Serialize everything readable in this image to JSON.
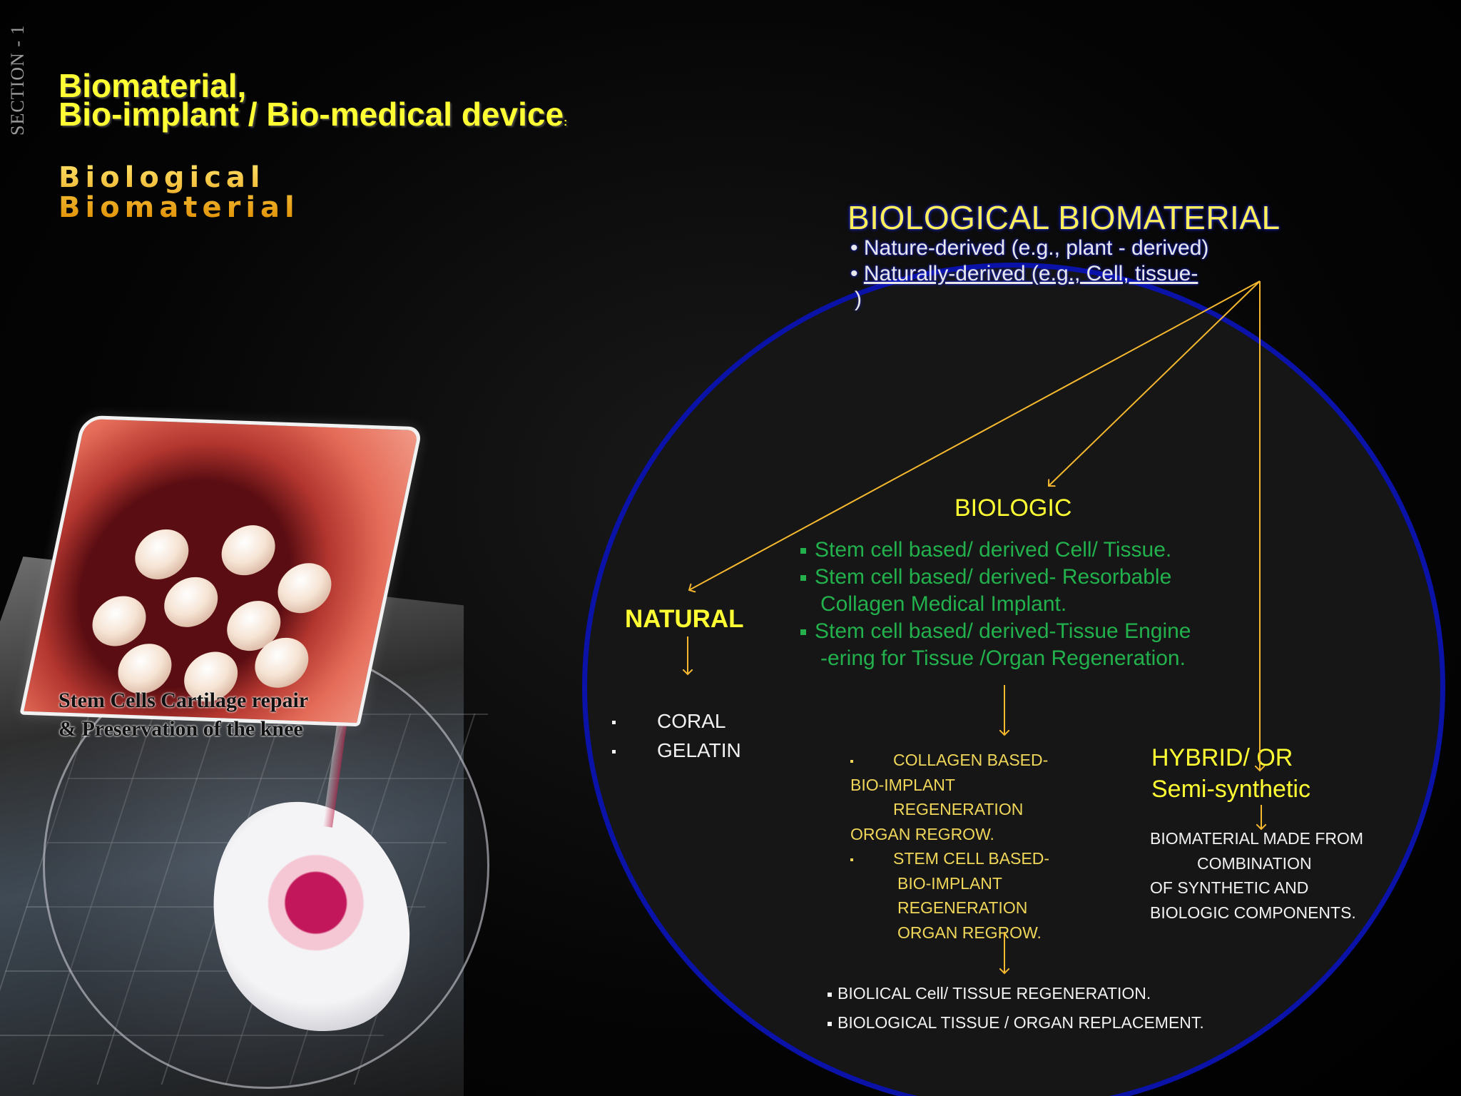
{
  "section_label": "SECTION - 1",
  "title": {
    "line1": "Biomaterial,",
    "line2": "Bio-implant / Bio-medical device",
    "suffix": ":"
  },
  "subtitle": {
    "line1": "Biological",
    "line2": "Biomaterial"
  },
  "image_caption": {
    "line1": "Stem Cells Cartilage  repair",
    "line2": "&  Preservation  of the knee"
  },
  "diagram": {
    "heading": "BIOLOGICAL BIOMATERIAL",
    "points": [
      "Nature-derived (e.g., plant - derived)",
      "Naturally-derived (e.g.,  Cell, tissue-"
    ],
    "points_tail": ")",
    "natural": {
      "label": "NATURAL",
      "items": [
        "CORAL",
        "GELATIN"
      ]
    },
    "biologic": {
      "label": "BIOLOGIC",
      "items": [
        {
          "line1": "Stem cell based/ derived Cell/ Tissue.",
          "line2": ""
        },
        {
          "line1": "Stem cell based/ derived- Resorbable",
          "line2": "Collagen Medical Implant."
        },
        {
          "line1": "Stem cell based/ derived-Tissue Engine",
          "line2": "-ering for Tissue /Organ Regeneration."
        }
      ]
    },
    "collagen_block": {
      "item1": {
        "line1": "COLLAGEN BASED-",
        "line2": "BIO-IMPLANT",
        "line3": "REGENERATION",
        "line4": "ORGAN  REGROW."
      },
      "item2": {
        "line1": "STEM CELL BASED-",
        "line2": "BIO-IMPLANT",
        "line3": "REGENERATION",
        "line4": "ORGAN  REGROW."
      }
    },
    "hybrid": {
      "label_line1": "HYBRID/  OR",
      "label_line2": "Semi-synthetic",
      "desc": [
        "BIOMATERIAL MADE FROM",
        "COMBINATION",
        "OF  SYNTHETIC AND",
        "BIOLOGIC  COMPONENTS."
      ]
    },
    "outcomes": [
      "BIOLICAL Cell/ TISSUE  REGENERATION.",
      "BIOLOGICAL TISSUE / ORGAN  REPLACEMENT."
    ]
  },
  "colors": {
    "title_yellow": "#ffff33",
    "subtitle_gold": "#ffc107",
    "ellipse_blue": "#0a12a8",
    "biologic_green": "#22b14c",
    "arrow_gold": "#f5b82e"
  }
}
